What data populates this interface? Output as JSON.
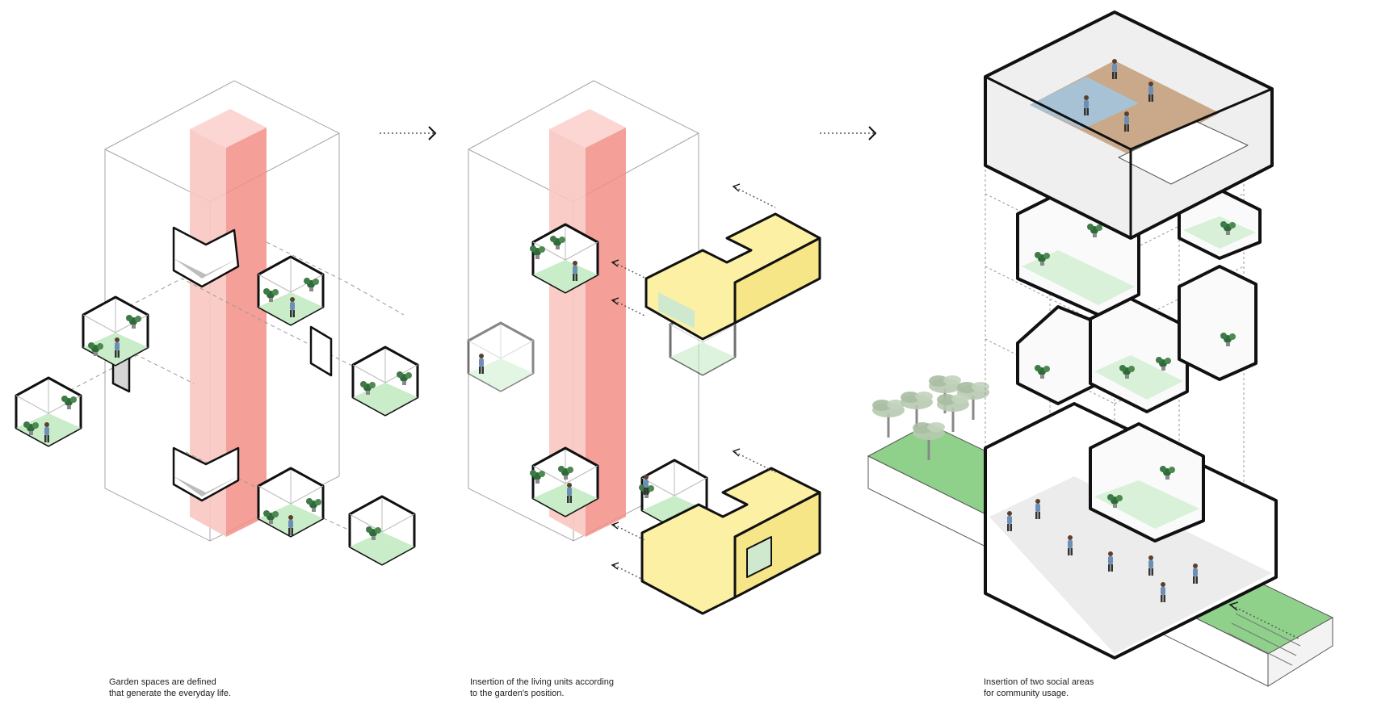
{
  "panels": [
    {
      "id": "gardens",
      "caption": [
        "Garden spaces are defined",
        "that generate the everyday life."
      ]
    },
    {
      "id": "living-units",
      "caption": [
        "Insertion of the living units according",
        "to the garden's position."
      ]
    },
    {
      "id": "social-areas",
      "caption": [
        "Insertion of two social areas",
        "for community usage."
      ]
    }
  ],
  "colors": {
    "core_light": "#f9c6c1",
    "core_dark": "#f28f86",
    "garden_floor": "#c9ecc9",
    "living_unit": "#fbf0a3",
    "lawn": "#8fd18a",
    "frame_line": "#9a9a9a",
    "bold_line": "#111111",
    "social_floor": "#c9a98a",
    "social_wall": "#efefef"
  },
  "icons": [
    "step-arrow-icon",
    "insert-arrow-icon",
    "tree-icon",
    "person-icon",
    "plant-icon"
  ]
}
